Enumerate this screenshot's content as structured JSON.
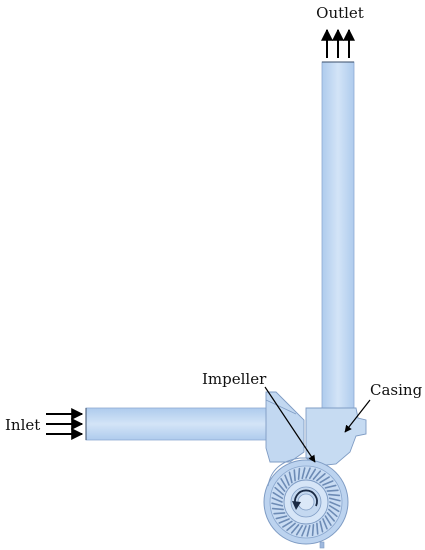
{
  "labels": {
    "outlet": "Outlet",
    "inlet": "Inlet",
    "impeller": "Impeller",
    "casing": "Casing"
  },
  "colors": {
    "fluid": "#c5dcf4",
    "fluid_light": "#deebf9",
    "fluid_dark": "#9dbbe0",
    "outline": "#7f9cc4",
    "arrow": "#000000"
  },
  "icons": {
    "flow_arrow": "arrow-triple-icon",
    "rotation": "rotation-arrow-icon"
  }
}
